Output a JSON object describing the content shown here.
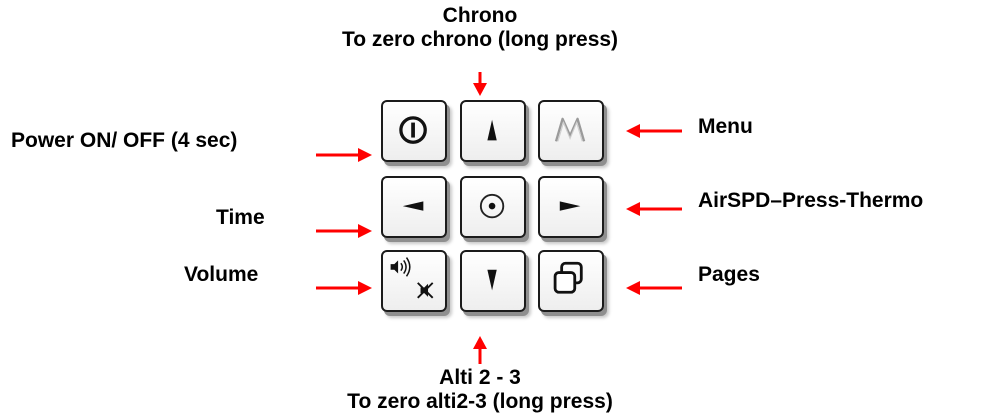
{
  "labels": {
    "chrono_title": "Chrono",
    "chrono_sub": "To zero chrono (long press)",
    "power": "Power ON/ OFF (4 sec)",
    "menu": "Menu",
    "time": "Time",
    "airspd": "AirSPD–Press-Thermo",
    "volume": "Volume",
    "pages": "Pages",
    "alti_title": "Alti 2 - 3",
    "alti_sub": "To zero alti2-3 (long press)"
  },
  "buttons": [
    {
      "id": "power",
      "icon": "power-icon"
    },
    {
      "id": "up",
      "icon": "up-triangle-icon"
    },
    {
      "id": "menu",
      "icon": "menu-m-icon"
    },
    {
      "id": "left",
      "icon": "left-triangle-icon"
    },
    {
      "id": "center",
      "icon": "center-circle-icon"
    },
    {
      "id": "right",
      "icon": "right-triangle-icon"
    },
    {
      "id": "volume",
      "icon": "volume-mute-icon"
    },
    {
      "id": "down",
      "icon": "down-triangle-icon"
    },
    {
      "id": "pages",
      "icon": "pages-icon"
    }
  ],
  "colors": {
    "arrow": "#ff0000",
    "text": "#000000",
    "button_border": "#1b1b1b"
  }
}
